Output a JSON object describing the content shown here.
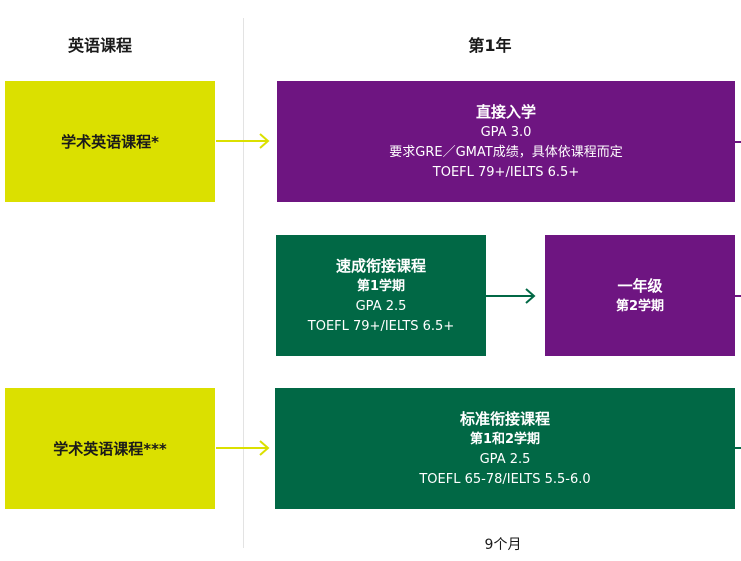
{
  "headers": {
    "left": "英语课程",
    "right": "第1年"
  },
  "colors": {
    "yellow": "#dbe000",
    "purple": "#6e1581",
    "green": "#016845",
    "arrow_yellow": "#dbe000",
    "arrow_green": "#016845"
  },
  "english_courses": {
    "top": "学术英语课程*",
    "bottom": "学术英语课程***"
  },
  "direct_entry": {
    "title": "直接入学",
    "lines": [
      "GPA 3.0",
      "要求GRE／GMAT成绩，具体依课程而定",
      "TOEFL 79+/IELTS 6.5+"
    ]
  },
  "accelerated": {
    "title": "速成衔接课程",
    "subtitle": "第1学期",
    "lines": [
      "GPA 2.5",
      "TOEFL 79+/IELTS 6.5+"
    ]
  },
  "year_one": {
    "title": "一年级",
    "subtitle": "第2学期"
  },
  "standard": {
    "title": "标准衔接课程",
    "subtitle": "第1和2学期",
    "lines": [
      "GPA 2.5",
      "TOEFL 65-78/IELTS 5.5-6.0"
    ]
  },
  "footer": "9个月"
}
